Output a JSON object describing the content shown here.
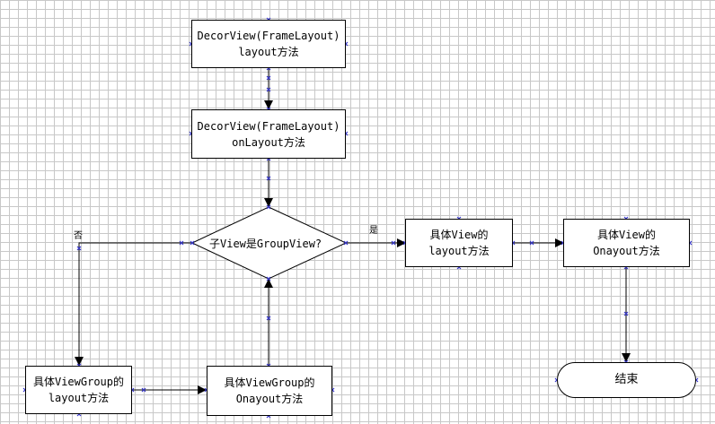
{
  "nodes": {
    "decor_layout": {
      "line1": "DecorView(FrameLayout)",
      "line2": "layout方法"
    },
    "decor_onlayout": {
      "line1": "DecorView(FrameLayout)",
      "line2": "onLayout方法"
    },
    "decision": {
      "label": "子View是GroupView?"
    },
    "view_layout": {
      "line1": "具体View的",
      "line2": "layout方法"
    },
    "view_onlayout": {
      "line1": "具体View的",
      "line2": "Onayout方法"
    },
    "end": {
      "label": "结束"
    },
    "group_layout": {
      "line1": "具体ViewGroup的",
      "line2": "layout方法"
    },
    "group_onlayout": {
      "line1": "具体ViewGroup的",
      "line2": "Onayout方法"
    }
  },
  "edges": {
    "yes_label": "是",
    "no_label": "否"
  },
  "colors": {
    "grid": "#c8c8c8",
    "line": "#000000",
    "handle": "#3333cc"
  }
}
